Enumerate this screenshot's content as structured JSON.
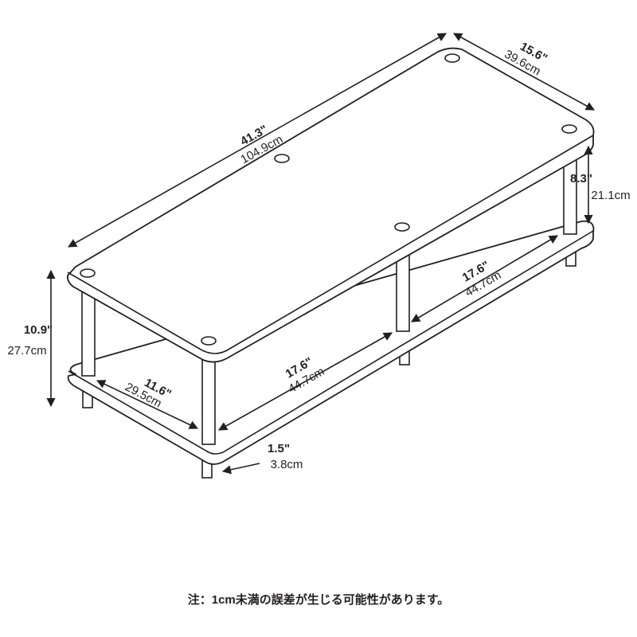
{
  "dimensions": {
    "width": {
      "inch": "41.3\"",
      "cm": "104.9cm"
    },
    "depth": {
      "inch": "15.6\"",
      "cm": "39.6cm"
    },
    "shelf_gap": {
      "inch": "8.3\"",
      "cm": "21.1cm"
    },
    "total_height": {
      "inch": "10.9\"",
      "cm": "27.7cm"
    },
    "inner_width_back": {
      "inch": "17.6\"",
      "cm": "44.7cm"
    },
    "inner_width_front": {
      "inch": "17.6\"",
      "cm": "44.7cm"
    },
    "inner_depth": {
      "inch": "11.6\"",
      "cm": "29.5cm"
    },
    "foot_height": {
      "inch": "1.5\"",
      "cm": "3.8cm"
    }
  },
  "note": "注：1cm未満の誤差が生じる可能性があります。"
}
